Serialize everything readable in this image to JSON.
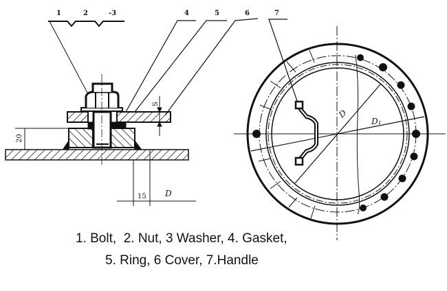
{
  "diagram": {
    "callouts": [
      "1",
      "2",
      "-3",
      "4",
      "5",
      "6",
      "7"
    ],
    "dimensions": {
      "height": "20",
      "offset": "15",
      "diameter": "D",
      "thickness": "S",
      "inner_diameter": "D",
      "bolt_circle_diameter": "D₁"
    }
  },
  "caption": {
    "line1": "1. Bolt,  2. Nut, 3 Washer, 4. Gasket,",
    "line2": "5. Ring, 6 Cover, 7.Handle"
  }
}
